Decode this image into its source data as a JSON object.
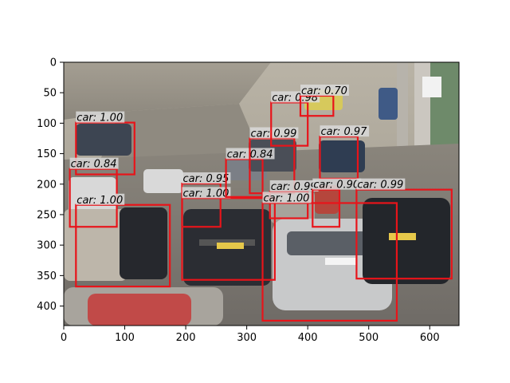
{
  "chart_data": {
    "type": "image-detections",
    "title": "",
    "xlabel": "",
    "ylabel": "",
    "xlim": [
      0,
      648
    ],
    "ylim": [
      432,
      0
    ],
    "xticks": [
      0,
      100,
      200,
      300,
      400,
      500,
      600
    ],
    "yticks": [
      0,
      50,
      100,
      150,
      200,
      250,
      300,
      350,
      400
    ],
    "grid": false,
    "box_color": "#e8141a",
    "label_bg_color": "#d9d9d9",
    "detections": [
      {
        "label": "car: 1.00",
        "x0": 20,
        "y0": 99,
        "x1": 116,
        "y1": 184
      },
      {
        "label": "car: 0.84",
        "x0": 10,
        "y0": 175,
        "x1": 87,
        "y1": 270
      },
      {
        "label": "car: 1.00",
        "x0": 20,
        "y0": 234,
        "x1": 174,
        "y1": 368
      },
      {
        "label": "car: 0.95",
        "x0": 194,
        "y0": 199,
        "x1": 257,
        "y1": 270
      },
      {
        "label": "car: 1.00",
        "x0": 194,
        "y0": 223,
        "x1": 346,
        "y1": 357
      },
      {
        "label": "car: 0.84",
        "x0": 266,
        "y0": 159,
        "x1": 326,
        "y1": 221
      },
      {
        "label": "car: 0.99",
        "x0": 305,
        "y0": 125,
        "x1": 378,
        "y1": 215
      },
      {
        "label": "car: 0.98",
        "x0": 340,
        "y0": 66,
        "x1": 400,
        "y1": 137
      },
      {
        "label": "car: 0.70",
        "x0": 388,
        "y0": 55,
        "x1": 442,
        "y1": 88
      },
      {
        "label": "car: 0.97",
        "x0": 420,
        "y0": 122,
        "x1": 482,
        "y1": 191
      },
      {
        "label": "car: 0.99",
        "x0": 338,
        "y0": 212,
        "x1": 400,
        "y1": 256
      },
      {
        "label": "car: 0.90",
        "x0": 408,
        "y0": 209,
        "x1": 452,
        "y1": 270
      },
      {
        "label": "car: 1.00",
        "x0": 326,
        "y0": 231,
        "x1": 546,
        "y1": 424
      },
      {
        "label": "car: 0.99",
        "x0": 480,
        "y0": 209,
        "x1": 636,
        "y1": 355
      }
    ]
  }
}
